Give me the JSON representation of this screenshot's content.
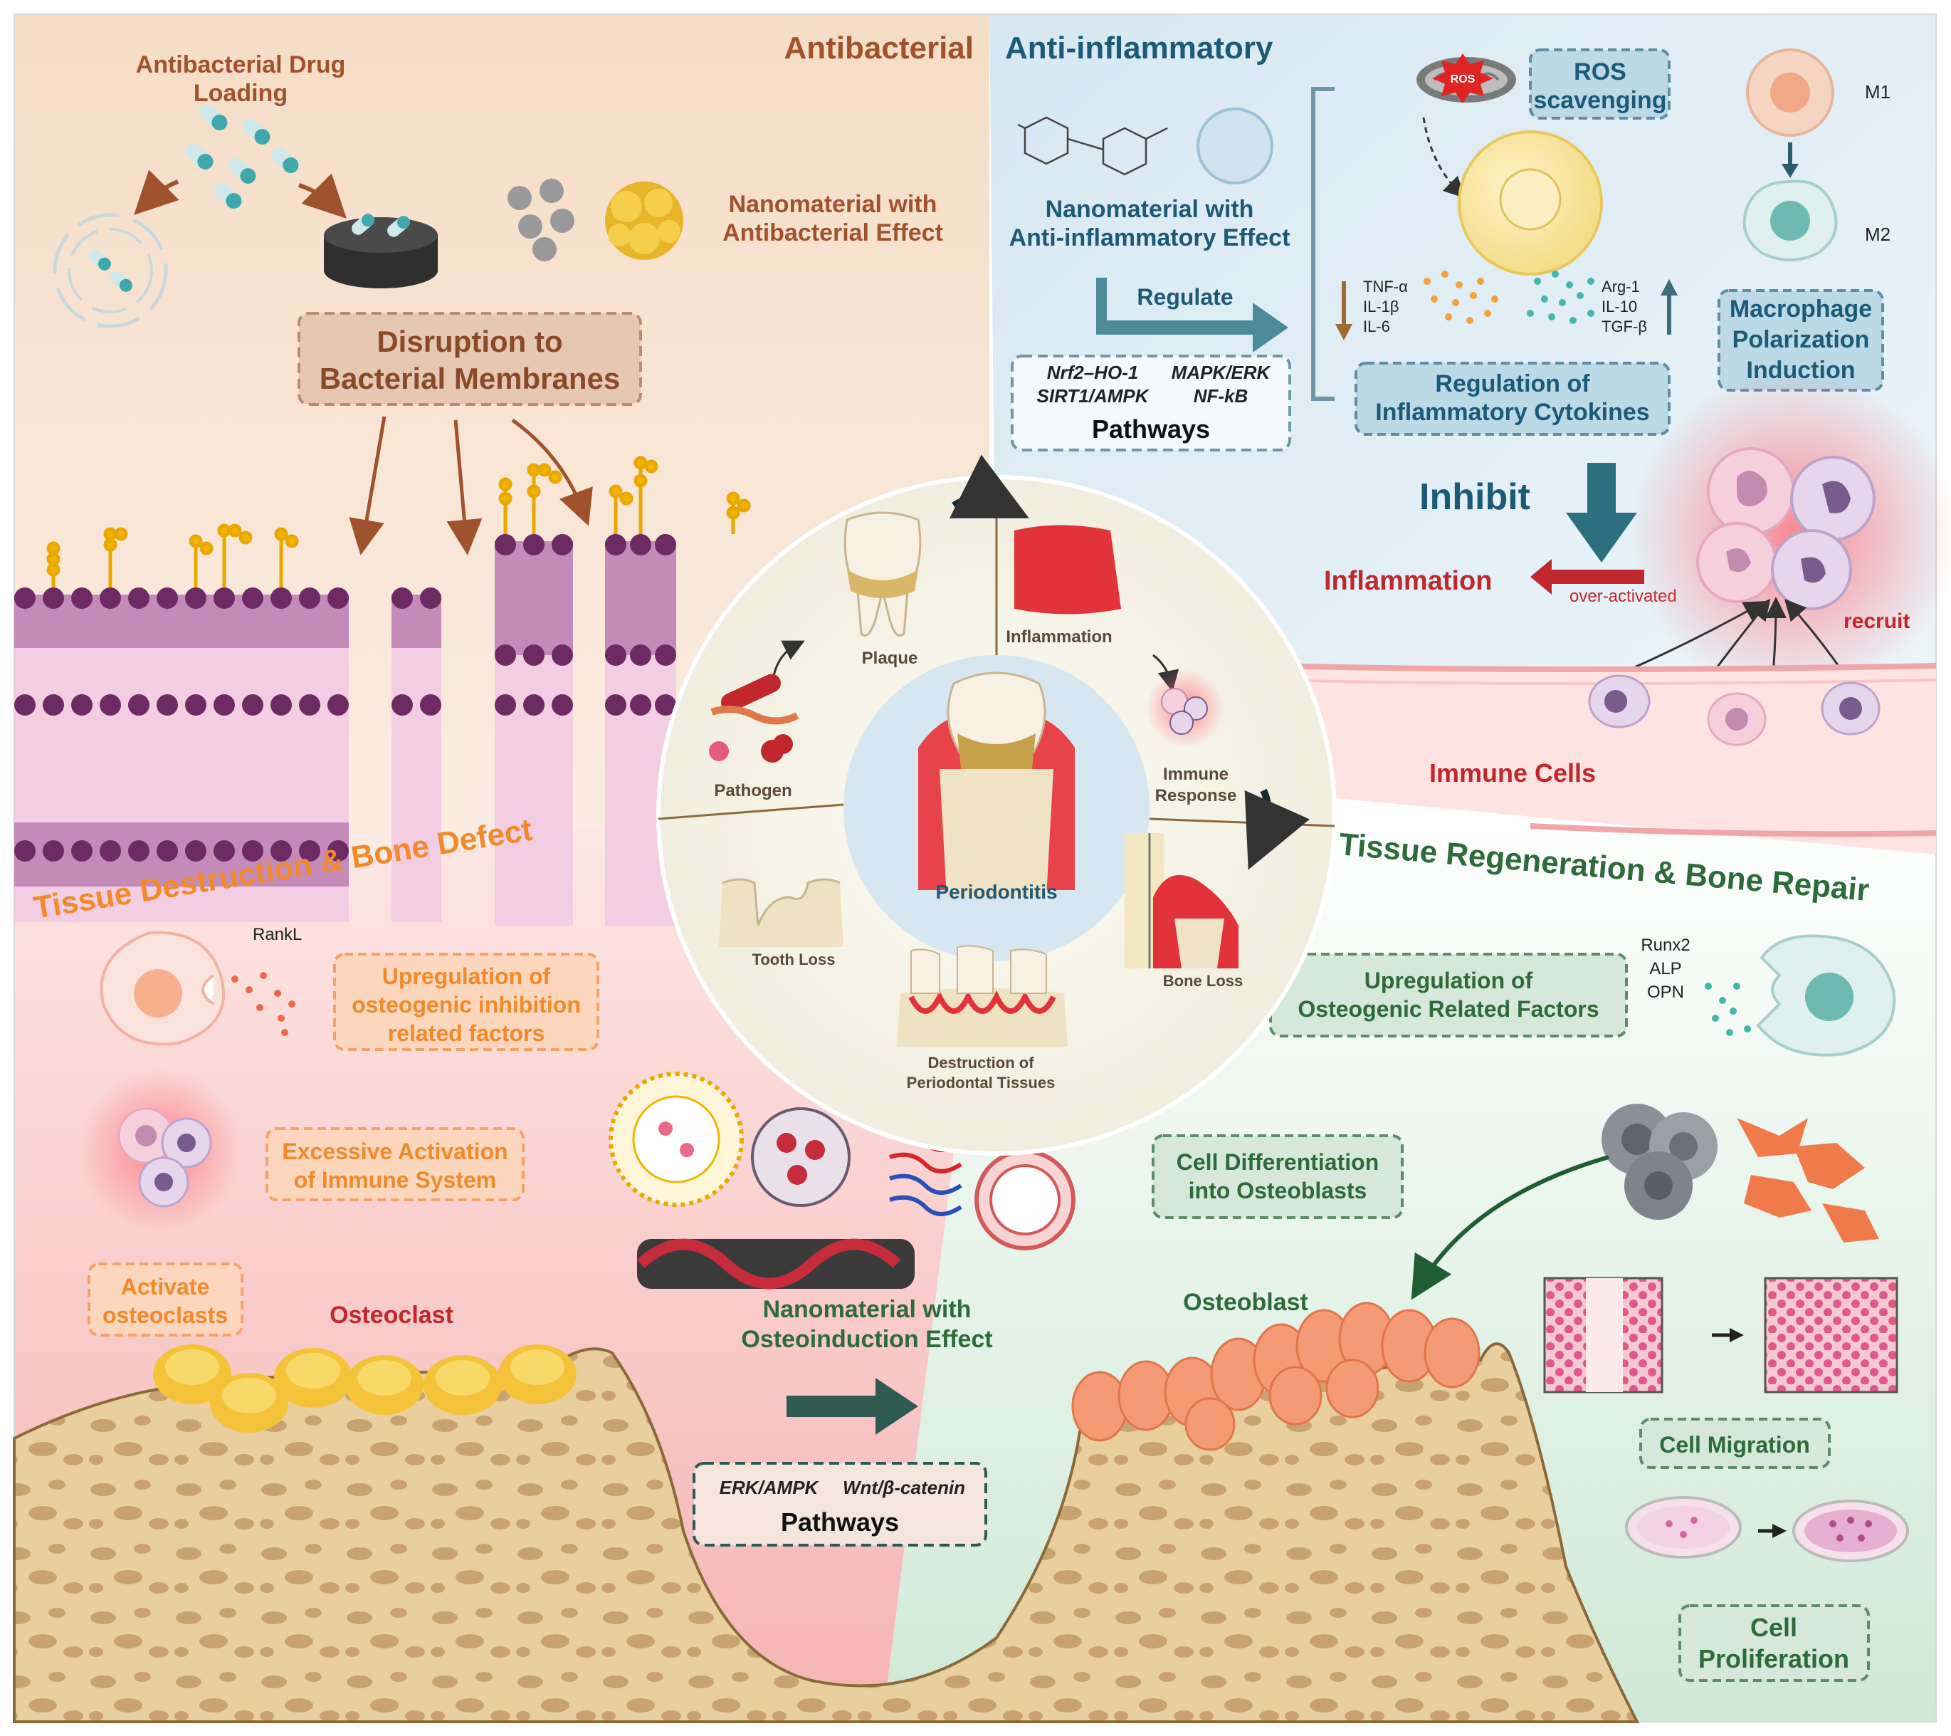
{
  "quadrants": {
    "antibacterial": {
      "title": "Antibacterial",
      "drug_loading": [
        "Antibacterial Drug",
        "Loading"
      ],
      "nanomaterial": [
        "Nanomaterial with",
        "Antibacterial Effect"
      ],
      "disruption": [
        "Disruption to",
        "Bacterial Membranes"
      ]
    },
    "anti_inflammatory": {
      "title": "Anti-inflammatory",
      "nanomaterial": [
        "Nanomaterial with",
        "Anti-inflammatory Effect"
      ],
      "regulate": "Regulate",
      "pathways": [
        "Nrf2–HO-1",
        "MAPK/ERK",
        "SIRT1/AMPK",
        "NF-kB"
      ],
      "pathways_label": "Pathways",
      "ros": [
        "ROS",
        "scavenging"
      ],
      "ros_badge": "ROS",
      "m1": "M1",
      "m2": "M2",
      "macrophage": [
        "Macrophage",
        "Polarization",
        "Induction"
      ],
      "cytokines_down": [
        "TNF-α",
        "IL-1β",
        "IL-6"
      ],
      "cytokines_up": [
        "Arg-1",
        "IL-10",
        "TGF-β"
      ],
      "cytokine_reg": [
        "Regulation of",
        "Inflammatory Cytokines"
      ],
      "inhibit": "Inhibit",
      "inflammation": "Inflammation",
      "over_activated": "over-activated",
      "recruit": "recruit",
      "immune_cells": "Immune Cells"
    },
    "tissue_destruction": {
      "title": "Tissue Destruction & Bone Defect",
      "rankl": "RankL",
      "upregulation": [
        "Upregulation of",
        "osteogenic inhibition",
        "related factors"
      ],
      "excessive": [
        "Excessive Activation",
        "of Immune System"
      ],
      "activate": [
        "Activate",
        "osteoclasts"
      ],
      "osteoclast": "Osteoclast"
    },
    "regeneration": {
      "title": "Tissue Regeneration & Bone Repair",
      "factors": [
        "Runx2",
        "ALP",
        "OPN"
      ],
      "upregulation": [
        "Upregulation of",
        "Osteogenic Related Factors"
      ],
      "differentiation": [
        "Cell Differentiation",
        "into Osteoblasts"
      ],
      "osteoblast": "Osteoblast",
      "migration": "Cell Migration",
      "proliferation": [
        "Cell",
        "Proliferation"
      ]
    }
  },
  "center": {
    "osteo_nanomaterial": [
      "Nanomaterial with",
      "Osteoinduction Effect"
    ],
    "osteo_pathways": [
      "ERK/AMPK",
      "Wnt/β-catenin"
    ],
    "osteo_pathways_label": "Pathways"
  },
  "circle": {
    "core": "Periodontitis",
    "plaque": "Plaque",
    "pathogen": "Pathogen",
    "inflammation": "Inflammation",
    "immune": [
      "Immune",
      "Response"
    ],
    "tooth_loss": "Tooth Loss",
    "bone_loss": "Bone Loss",
    "destruction": [
      "Destruction of",
      "Periodontal Tissues"
    ]
  },
  "colors": {
    "antibacterial_title": "#a0522d",
    "antiinflam_title": "#1c5a78",
    "destruction_title": "#f08a2c",
    "regeneration_title": "#2e6b3a",
    "inflammation_red": "#c0282d",
    "membrane_purple": "#6e2a63",
    "bone": "#e8cf9c"
  }
}
